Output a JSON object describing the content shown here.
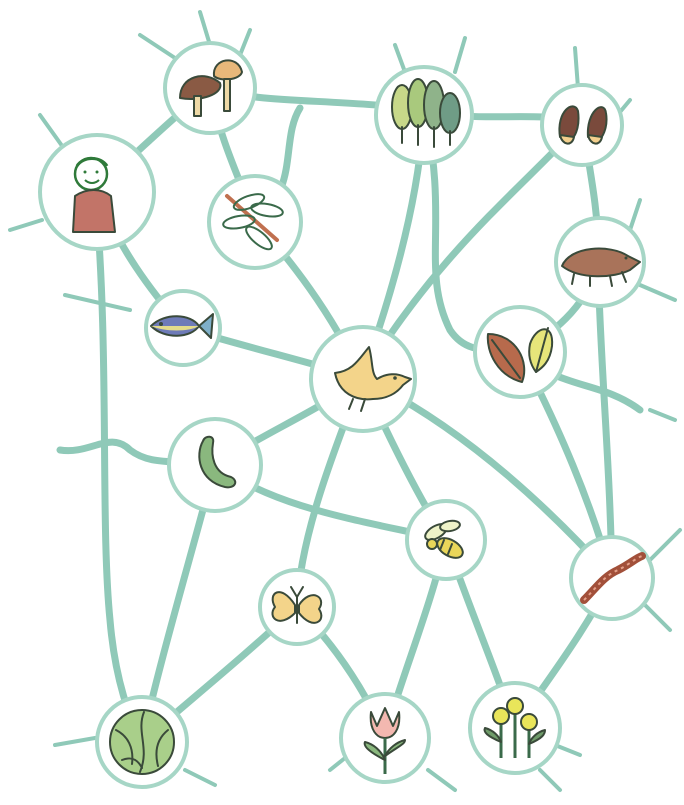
{
  "diagram": {
    "type": "food-web",
    "colors": {
      "background": "#ffffff",
      "link": "#8fc9b8",
      "node_ring": "#a6d6c6"
    },
    "nodes": [
      {
        "id": "mushroom",
        "icon": "mushroom-icon"
      },
      {
        "id": "trees",
        "icon": "trees-icon"
      },
      {
        "id": "acorns",
        "icon": "acorns-icon"
      },
      {
        "id": "person",
        "icon": "person-icon"
      },
      {
        "id": "dragonfly",
        "icon": "dragonfly-icon"
      },
      {
        "id": "boar",
        "icon": "boar-icon"
      },
      {
        "id": "fish",
        "icon": "fish-icon"
      },
      {
        "id": "bird",
        "icon": "bird-icon"
      },
      {
        "id": "leaves",
        "icon": "leaves-icon"
      },
      {
        "id": "caterpillar",
        "icon": "caterpillar-icon"
      },
      {
        "id": "bee",
        "icon": "bee-icon"
      },
      {
        "id": "earthworm",
        "icon": "earthworm-icon"
      },
      {
        "id": "butterfly",
        "icon": "butterfly-icon"
      },
      {
        "id": "cabbage",
        "icon": "cabbage-icon"
      },
      {
        "id": "tulip",
        "icon": "tulip-icon"
      },
      {
        "id": "wildflowers",
        "icon": "wildflowers-icon"
      }
    ]
  }
}
